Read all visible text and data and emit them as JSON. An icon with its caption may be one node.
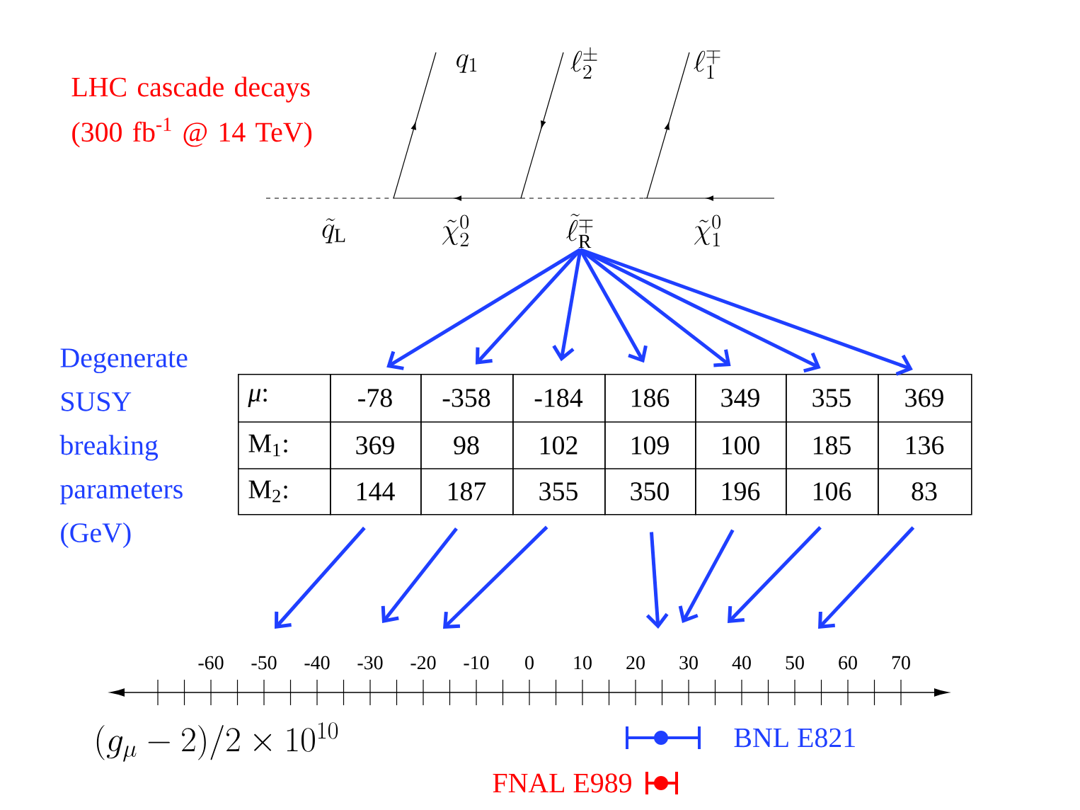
{
  "diagram": {
    "nodes": [
      {
        "text": [
          "\\tilde{\\ell}_{\\mathrm{R}}^{\\mp}"
        ]
      },
      {
        "text": [
          "*μ*:",
          "M$_{1}$:",
          "M$_{2}$:"
        ]
      },
      {
        "text": [
          "-78",
          "369",
          "144"
        ]
      },
      {
        "text": [
          "-358",
          "98",
          "187"
        ]
      },
      {
        "text": [
          "-184",
          "102",
          "355"
        ]
      },
      {
        "text": [
          "186",
          "109",
          "350"
        ]
      },
      {
        "text": [
          "349",
          "100",
          "196"
        ]
      },
      {
        "text": [
          "355",
          "185",
          "106"
        ]
      },
      {
        "text": [
          "369",
          "136",
          "83"
        ]
      }
    ],
    "edges": [
      {
        "from": 0,
        "to": 2,
        "arrow": "to"
      },
      {
        "from": 0,
        "to": 3,
        "arrow": "to"
      },
      {
        "from": 0,
        "to": 4,
        "arrow": "to"
      },
      {
        "from": 0,
        "to": 5,
        "arrow": "to"
      },
      {
        "from": 0,
        "to": 6,
        "arrow": "to"
      },
      {
        "from": 0,
        "to": 7,
        "arrow": "to"
      },
      {
        "from": 0,
        "to": 8,
        "arrow": "to"
      },
      {
        "from": 2,
        "to": null,
        "arrow": "to"
      },
      {
        "from": 3,
        "to": null,
        "arrow": "to"
      },
      {
        "from": 4,
        "to": null,
        "arrow": "to"
      },
      {
        "from": 5,
        "to": null,
        "arrow": "to"
      },
      {
        "from": 6,
        "to": null,
        "arrow": "to"
      },
      {
        "from": 7,
        "to": null,
        "arrow": "to"
      },
      {
        "from": 8,
        "to": null,
        "arrow": "to"
      }
    ],
    "labels": [
      "q_1",
      "\\ell_2^{\\pm}",
      "\\ell_1^{\\mp}",
      "LHC cascade decays (300 fb$^{-1}$ @ 14 TeV)",
      "\\tilde{q}_{\\mathrm{L}}",
      "\\tilde{\\chi}_2^0",
      "\\tilde{\\chi}_1^0",
      "Degenerate SUSY breaking parameters (GeV)",
      "-60",
      "-50",
      "-40",
      "-30",
      "-20",
      "-10",
      "0",
      "10",
      "20",
      "30",
      "40",
      "50",
      "60",
      "70",
      "(g_\\mu - 2)/2\\times 10^{10}",
      "BNL E821",
      "FNAL E989"
    ]
  }
}
